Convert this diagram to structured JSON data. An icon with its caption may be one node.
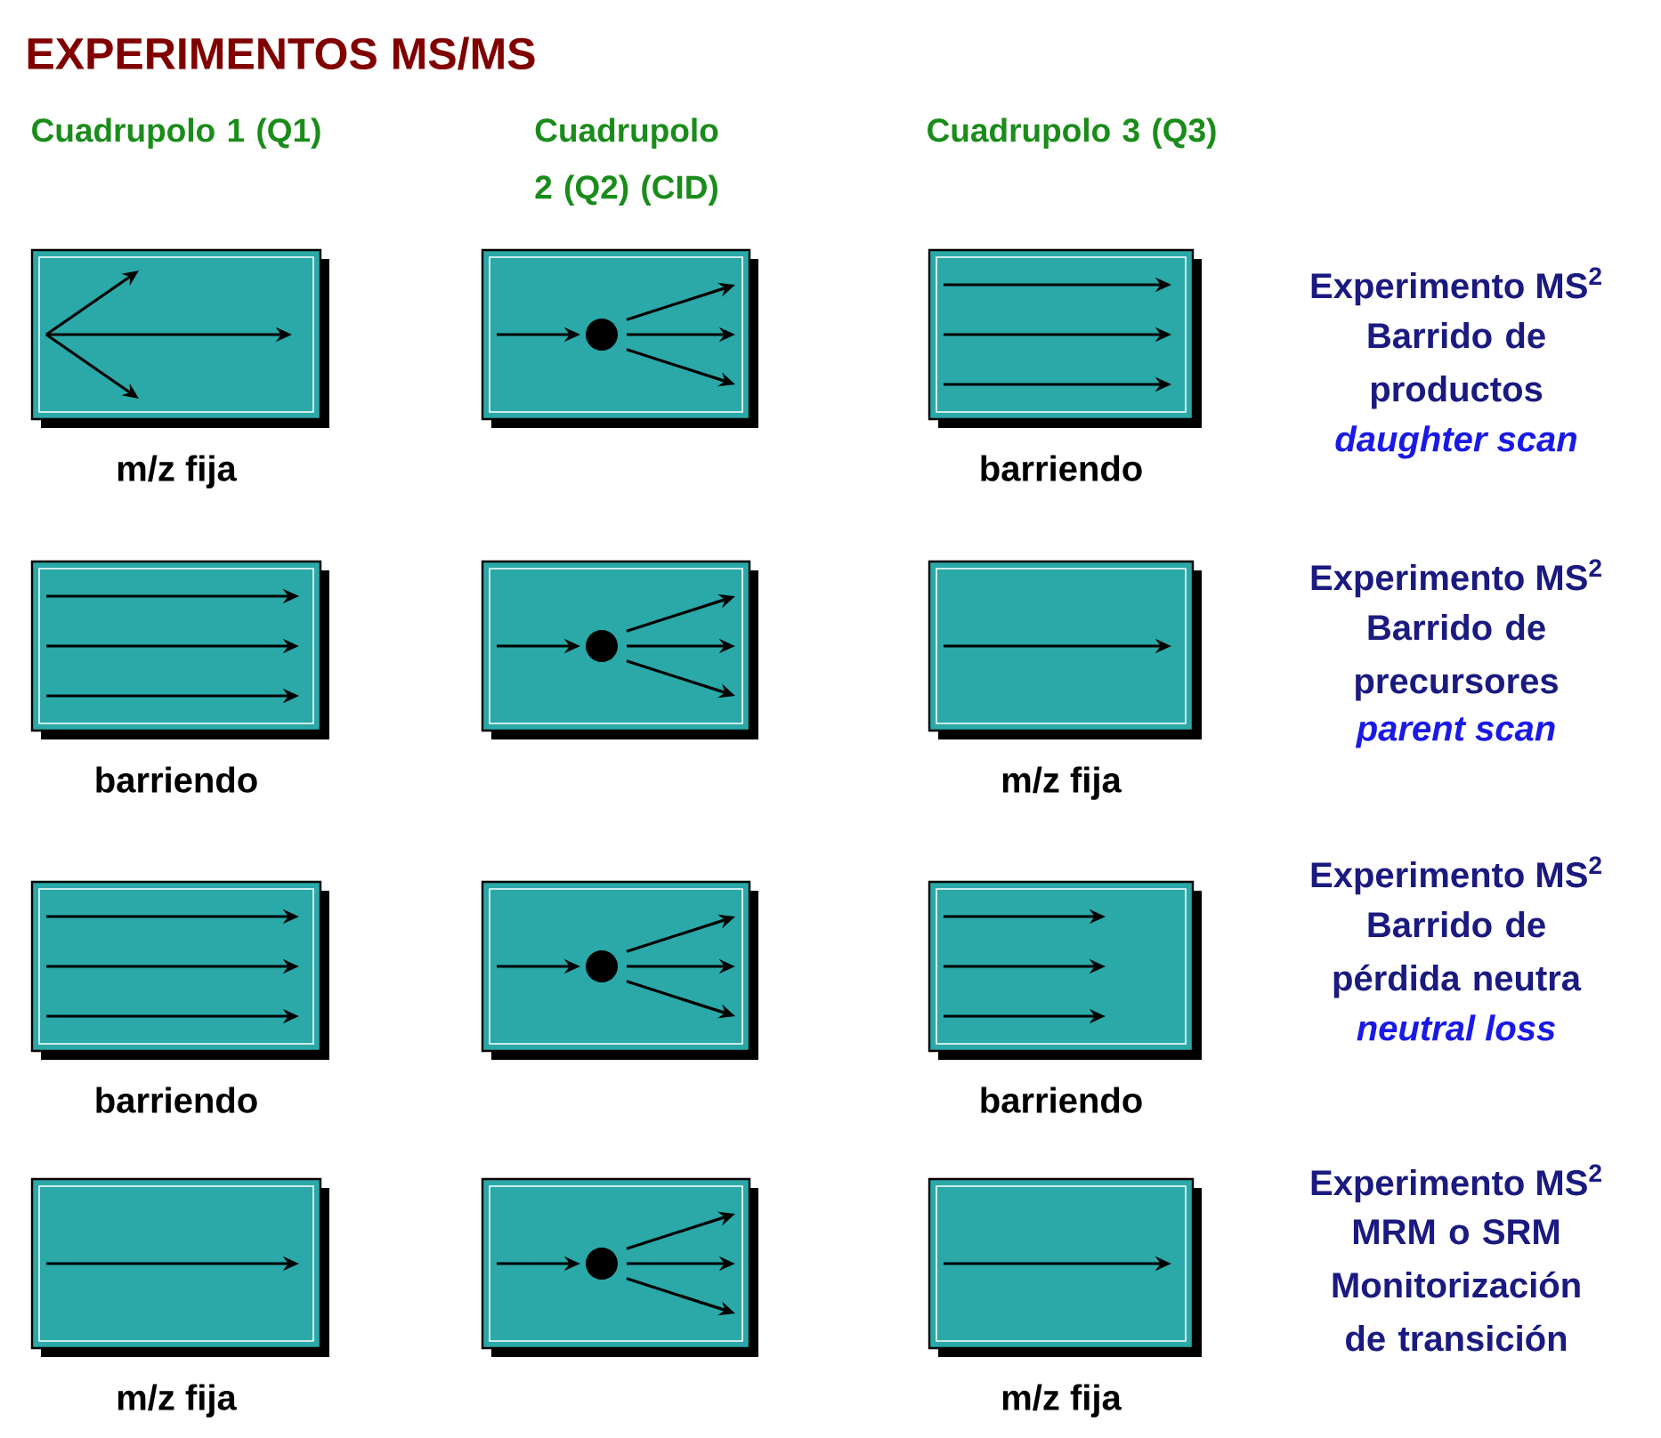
{
  "diagram": {
    "title": "EXPERIMENTOS MS/MS",
    "nodes": [
      {
        "text": [],
        "shape": "box",
        "beside": [
          "m/z fija"
        ]
      },
      {
        "text": [],
        "shape": "box"
      },
      {
        "text": [],
        "shape": "box",
        "beside": [
          "barriendo"
        ]
      },
      {
        "text": [],
        "shape": "box",
        "beside": [
          "barriendo"
        ]
      },
      {
        "text": [],
        "shape": "box"
      },
      {
        "text": [],
        "shape": "box",
        "beside": [
          "m/z fija"
        ]
      },
      {
        "text": [],
        "shape": "box",
        "beside": [
          "barriendo"
        ]
      },
      {
        "text": [],
        "shape": "box"
      },
      {
        "text": [],
        "shape": "box",
        "beside": [
          "barriendo"
        ]
      },
      {
        "text": [],
        "shape": "box",
        "beside": [
          "m/z fija"
        ]
      },
      {
        "text": [],
        "shape": "box"
      },
      {
        "text": [],
        "shape": "box",
        "beside": [
          "m/z fija"
        ]
      }
    ],
    "labels": [
      "Cuadrupolo 1 (Q1)",
      "Cuadrupolo 2 (Q2) (CID)",
      "Cuadrupolo 3 (Q3)",
      "Experimento MS$^{2}$",
      "Barrido de productos",
      "daughter scan",
      "Experimento MS$^{2}$",
      "Barrido de precursores",
      "parent scan",
      "Experimento MS$^{2}$",
      "Barrido de pérdida neutra",
      "neutral loss",
      "Experimento MS$^{2}$",
      "MRM o SRM Monitorización de transición"
    ]
  }
}
